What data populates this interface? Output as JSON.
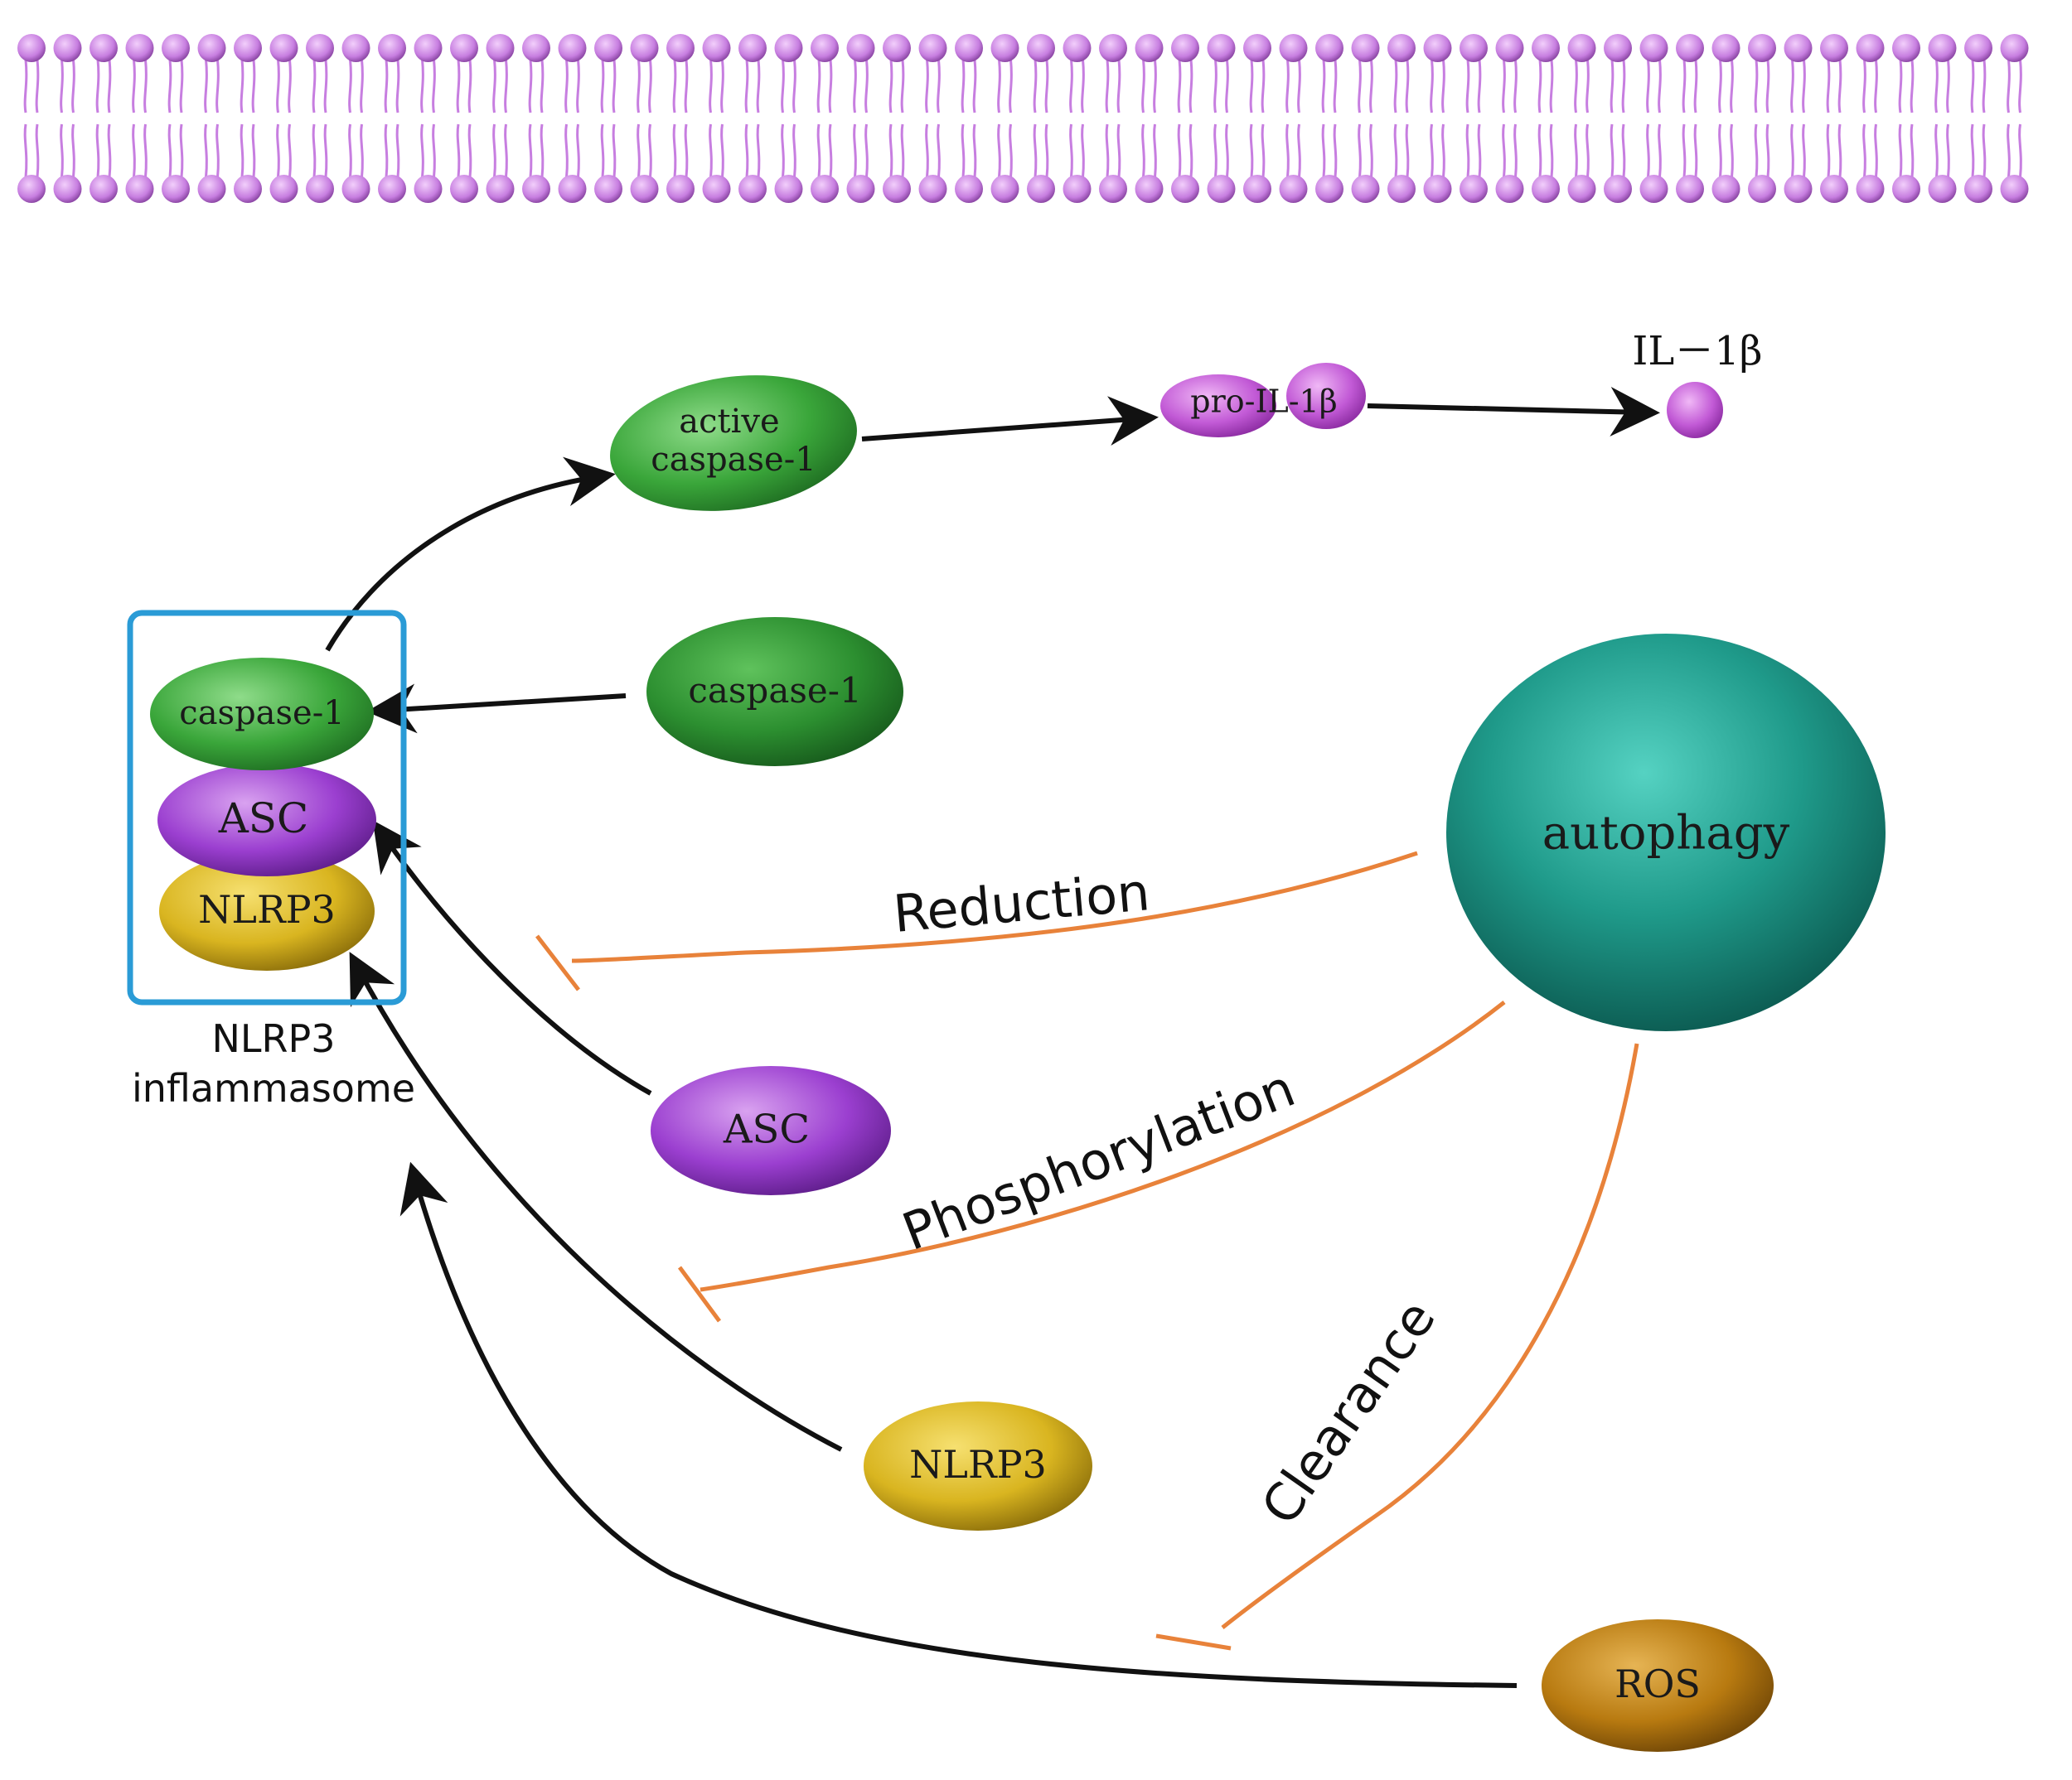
{
  "diagram": {
    "nodes": {
      "active_caspase1": {
        "line1": "active",
        "line2": "caspase-1"
      },
      "pro_il1b": "pro-IL-1β",
      "il1b": "IL－1β",
      "caspase1_free": "caspase-1",
      "asc_free": "ASC",
      "nlrp3_free": "NLRP3",
      "ros": "ROS",
      "autophagy": "autophagy"
    },
    "inflammasome": {
      "caspase1": "caspase-1",
      "asc": "ASC",
      "nlrp3": "NLRP3",
      "label_line1": "NLRP3",
      "label_line2": "inflammasome"
    },
    "edge_labels": {
      "reduction": "Reduction",
      "phosphorylation": "Phosphorylation",
      "clearance": "Clearance"
    },
    "colors": {
      "green": "#3aa63a",
      "purple": "#9b3fd0",
      "yellow": "#d9b520",
      "ros": "#b87a10",
      "teal": "#1f9a8a",
      "inhibit": "#e8823a",
      "box": "#2a9bd6",
      "membrane": "#c77ee0"
    }
  }
}
